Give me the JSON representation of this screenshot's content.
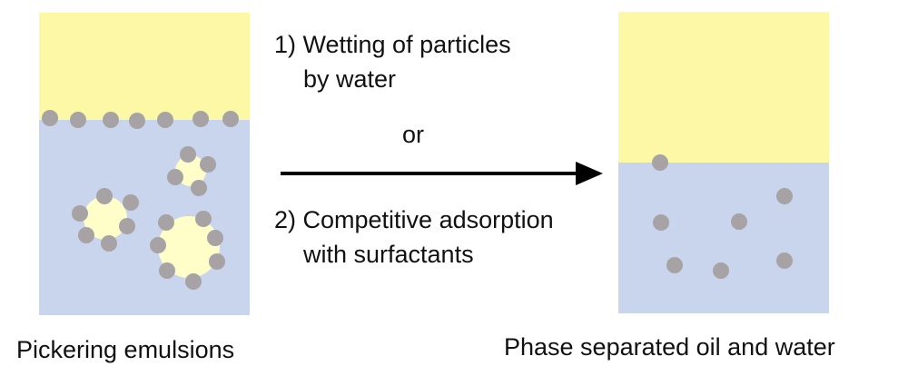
{
  "colors": {
    "oil": "#fdf8a6",
    "water": "#c9d4ed",
    "particle": "#a7a3a4",
    "droplet": "#fffec9",
    "arrow": "#000000",
    "text": "#111111"
  },
  "process": {
    "step1_line1": "1) Wetting of particles",
    "step1_line2": "by water",
    "connector": "or",
    "step2_line1": "2) Competitive adsorption",
    "step2_line2": "with surfactants"
  },
  "left_panel": {
    "label": "Pickering emulsions"
  },
  "right_panel": {
    "label": "Phase separated oil and water"
  }
}
